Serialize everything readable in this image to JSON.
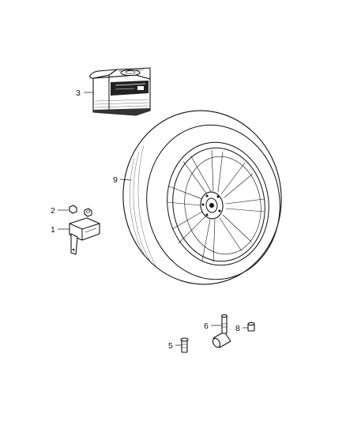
{
  "callouts": [
    {
      "id": "1",
      "label": "1",
      "part": "tpms-sensor"
    },
    {
      "id": "2",
      "label": "2",
      "part": "nut"
    },
    {
      "id": "3",
      "label": "3",
      "part": "tire-inflator-kit"
    },
    {
      "id": "5",
      "label": "5",
      "part": "valve-stem"
    },
    {
      "id": "6",
      "label": "6",
      "part": "valve-stem-assembly"
    },
    {
      "id": "8",
      "label": "8",
      "part": "valve-cap"
    },
    {
      "id": "9",
      "label": "9",
      "part": "wheel-and-tire"
    }
  ],
  "colors": {
    "line": "#111111",
    "background": "#ffffff"
  }
}
